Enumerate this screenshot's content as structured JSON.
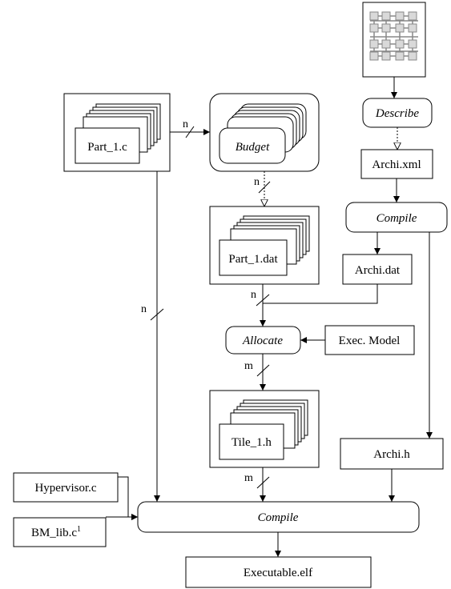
{
  "nodes": {
    "part_c": "Part_1.c",
    "budget": "Budget",
    "part_dat": "Part_1.dat",
    "describe": "Describe",
    "archi_xml": "Archi.xml",
    "compile_top": "Compile",
    "archi_dat": "Archi.dat",
    "allocate": "Allocate",
    "exec_model": "Exec. Model",
    "tile_h": "Tile_1.h",
    "archi_h": "Archi.h",
    "hypervisor": "Hypervisor.c",
    "bm_lib": "BM_lib.c",
    "bm_lib_sup": "1",
    "compile_bottom": "Compile",
    "executable": "Executable.elf"
  },
  "multiplicities": {
    "n_budget": "n",
    "n_partdat": "n",
    "n_allocate": "n",
    "n_left": "n",
    "m_tile": "m",
    "m_compile": "m"
  }
}
